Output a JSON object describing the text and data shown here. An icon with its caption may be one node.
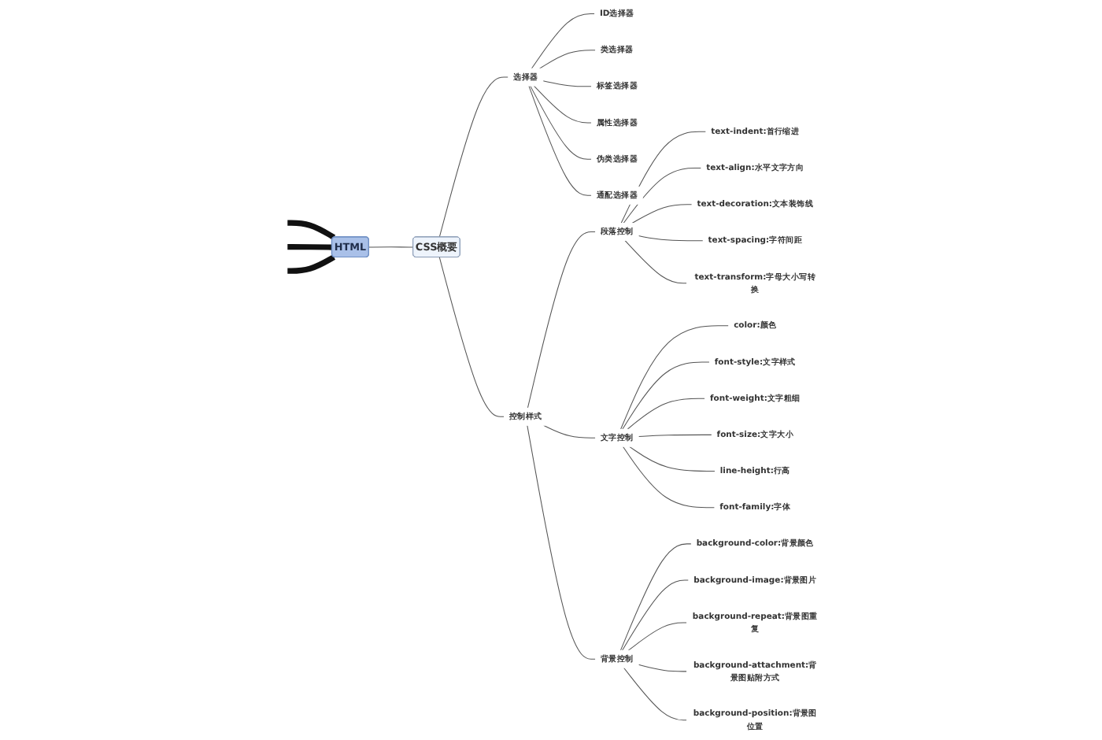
{
  "diagram": {
    "nodes": [
      {
        "text": [
          "HTML"
        ]
      },
      {
        "text": [
          "CSS概要"
        ]
      },
      {
        "text": [
          "选择器"
        ]
      },
      {
        "text": [
          "ID选择器"
        ]
      },
      {
        "text": [
          "类选择器"
        ]
      },
      {
        "text": [
          "标签选择器"
        ]
      },
      {
        "text": [
          "属性选择器"
        ]
      },
      {
        "text": [
          "伪类选择器"
        ]
      },
      {
        "text": [
          "通配选择器"
        ]
      },
      {
        "text": [
          "控制样式"
        ]
      },
      {
        "text": [
          "段落控制"
        ]
      },
      {
        "text": [
          "text-indent:首行缩进"
        ]
      },
      {
        "text": [
          "text-align:水平文字方向"
        ]
      },
      {
        "text": [
          "text-decoration:文本装饰线"
        ]
      },
      {
        "text": [
          "text-spacing:字符间距"
        ]
      },
      {
        "text": [
          "text-transform:字母大小写转换"
        ]
      },
      {
        "text": [
          "文字控制"
        ]
      },
      {
        "text": [
          "color:颜色"
        ]
      },
      {
        "text": [
          "font-style:文字样式"
        ]
      },
      {
        "text": [
          "font-weight:文字粗细"
        ]
      },
      {
        "text": [
          "font-size:文字大小"
        ]
      },
      {
        "text": [
          "line-height:行高"
        ]
      },
      {
        "text": [
          "font-family:字体"
        ]
      },
      {
        "text": [
          "背景控制"
        ]
      },
      {
        "text": [
          "background-color:背景颜色"
        ]
      },
      {
        "text": [
          "background-image:背景图片"
        ]
      },
      {
        "text": [
          "background-repeat:背景图重复"
        ]
      },
      {
        "text": [
          "background-attachment:背景图贴附方式"
        ]
      },
      {
        "text": [
          "background-position:背景图位置"
        ]
      }
    ],
    "edges": [
      {
        "from": 0,
        "to": null,
        "arrow": "none",
        "style": "thick"
      },
      {
        "from": 0,
        "to": null,
        "arrow": "none",
        "style": "thick"
      },
      {
        "from": 0,
        "to": null,
        "arrow": "none",
        "style": "thick"
      },
      {
        "from": 0,
        "to": 1,
        "arrow": "none"
      },
      {
        "from": 1,
        "to": 2,
        "arrow": "none"
      },
      {
        "from": 2,
        "to": 3,
        "arrow": "none"
      },
      {
        "from": 2,
        "to": 4,
        "arrow": "none"
      },
      {
        "from": 2,
        "to": 5,
        "arrow": "none"
      },
      {
        "from": 2,
        "to": 6,
        "arrow": "none"
      },
      {
        "from": 2,
        "to": 7,
        "arrow": "none"
      },
      {
        "from": 2,
        "to": 8,
        "arrow": "none"
      },
      {
        "from": 1,
        "to": 9,
        "arrow": "none"
      },
      {
        "from": 9,
        "to": 10,
        "arrow": "none"
      },
      {
        "from": 10,
        "to": 11,
        "arrow": "none"
      },
      {
        "from": 10,
        "to": 12,
        "arrow": "none"
      },
      {
        "from": 10,
        "to": 13,
        "arrow": "none"
      },
      {
        "from": 10,
        "to": 14,
        "arrow": "none"
      },
      {
        "from": 10,
        "to": 15,
        "arrow": "none"
      },
      {
        "from": 9,
        "to": 16,
        "arrow": "none"
      },
      {
        "from": 16,
        "to": 17,
        "arrow": "none"
      },
      {
        "from": 16,
        "to": 18,
        "arrow": "none"
      },
      {
        "from": 16,
        "to": 19,
        "arrow": "none"
      },
      {
        "from": 16,
        "to": 20,
        "arrow": "none"
      },
      {
        "from": 16,
        "to": 21,
        "arrow": "none"
      },
      {
        "from": 16,
        "to": 22,
        "arrow": "none"
      },
      {
        "from": 9,
        "to": 23,
        "arrow": "none"
      },
      {
        "from": 23,
        "to": 24,
        "arrow": "none"
      },
      {
        "from": 23,
        "to": 25,
        "arrow": "none"
      },
      {
        "from": 23,
        "to": 26,
        "arrow": "none"
      },
      {
        "from": 23,
        "to": 27,
        "arrow": "none"
      },
      {
        "from": 23,
        "to": 28,
        "arrow": "none"
      }
    ]
  }
}
